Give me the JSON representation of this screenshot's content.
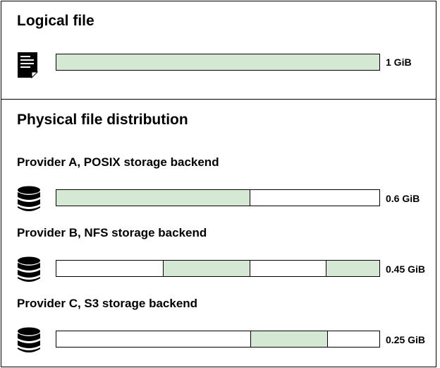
{
  "colors": {
    "filled": "#d5e8d4",
    "border": "#000000"
  },
  "logical": {
    "heading": "Logical file",
    "icon": "document-icon",
    "size_label": "1 GiB",
    "segments": [
      [
        0,
        1
      ]
    ]
  },
  "physical": {
    "heading": "Physical file distribution",
    "providers": [
      {
        "label": "Provider A, POSIX storage backend",
        "icon": "database-icon",
        "size_label": "0.6 GiB",
        "segments": [
          [
            0,
            0.6
          ]
        ]
      },
      {
        "label": "Provider B, NFS storage backend",
        "icon": "database-icon",
        "size_label": "0.45 GiB",
        "segments": [
          [
            0.33,
            0.6
          ],
          [
            0.833,
            1
          ]
        ]
      },
      {
        "label": "Provider C, S3 storage backend",
        "icon": "database-icon",
        "size_label": "0.25 GiB",
        "segments": [
          [
            0.6,
            0.84
          ]
        ]
      }
    ]
  }
}
